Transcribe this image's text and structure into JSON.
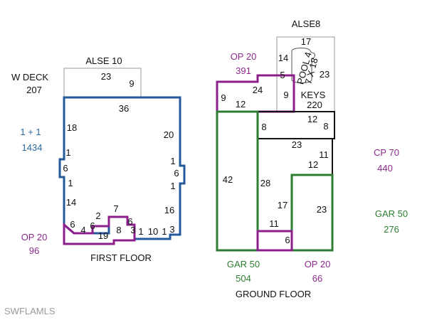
{
  "first_floor": {
    "caption": "FIRST FLOOR",
    "w_deck_label": "W DECK",
    "w_deck_area": "207",
    "alse_label": "ALSE 10",
    "living_label": "1 + 1",
    "living_area": "1434",
    "op_label": "OP 20",
    "op_area": "96",
    "dims": [
      "23",
      "9",
      "36",
      "18",
      "20",
      "1",
      "6",
      "1",
      "1",
      "6",
      "1",
      "14",
      "16",
      "7",
      "2",
      "6",
      "4",
      "6",
      "19",
      "8",
      "6",
      "3",
      "1",
      "10",
      "1",
      "3"
    ]
  },
  "ground_floor": {
    "caption": "GROUND FLOOR",
    "alse_label": "ALSE8",
    "op1_label": "OP 20",
    "op1_area": "391",
    "pool_label": "POOL 4",
    "pool_size": "7 X 18",
    "keys_label": "KEYS",
    "keys_area": "220",
    "cp_label": "CP 70",
    "cp_area": "440",
    "gar1_label": "GAR 50",
    "gar1_area": "504",
    "gar2_label": "GAR 50",
    "gar2_area": "276",
    "op2_label": "OP 20",
    "op2_area": "66",
    "dims": [
      "17",
      "14",
      "5",
      "23",
      "24",
      "9",
      "9",
      "12",
      "12",
      "8",
      "8",
      "23",
      "11",
      "12",
      "42",
      "28",
      "17",
      "23",
      "11",
      "6"
    ]
  },
  "watermark": "SWFLAMLS",
  "colors": {
    "first_floor_outline": "#245a9c",
    "porch_outline": "#8c1f8c",
    "garage_outline": "#2e7d32",
    "deck_outline": "#9a9a9a"
  }
}
